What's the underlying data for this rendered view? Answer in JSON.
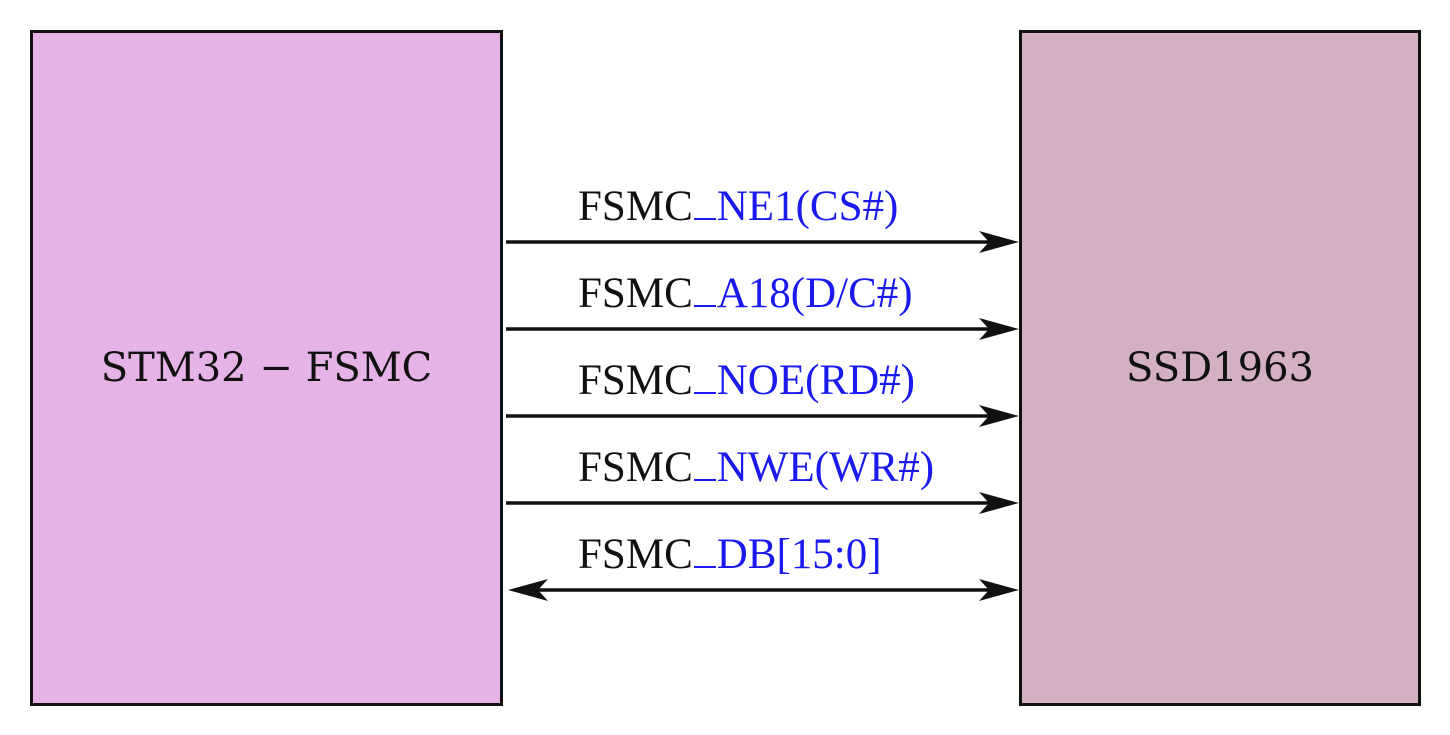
{
  "blocks": {
    "left": {
      "label": "STM32 − FSMC",
      "fill": "#e6b3e6"
    },
    "right": {
      "label": "SSD1963",
      "fill": "#d4b0c4"
    }
  },
  "signals": [
    {
      "prefix": "FSMC",
      "name": "NE1(CS#)",
      "direction": "right"
    },
    {
      "prefix": "FSMC",
      "name": "A18(D/C#)",
      "direction": "right"
    },
    {
      "prefix": "FSMC",
      "name": "NOE(RD#)",
      "direction": "right"
    },
    {
      "prefix": "FSMC",
      "name": "NWE(WR#)",
      "direction": "right"
    },
    {
      "prefix": "FSMC",
      "name": "DB[15:0]",
      "direction": "bidirectional"
    }
  ],
  "colors": {
    "line": "#111111",
    "signal_name": "#1a1aee",
    "text": "#111111"
  }
}
